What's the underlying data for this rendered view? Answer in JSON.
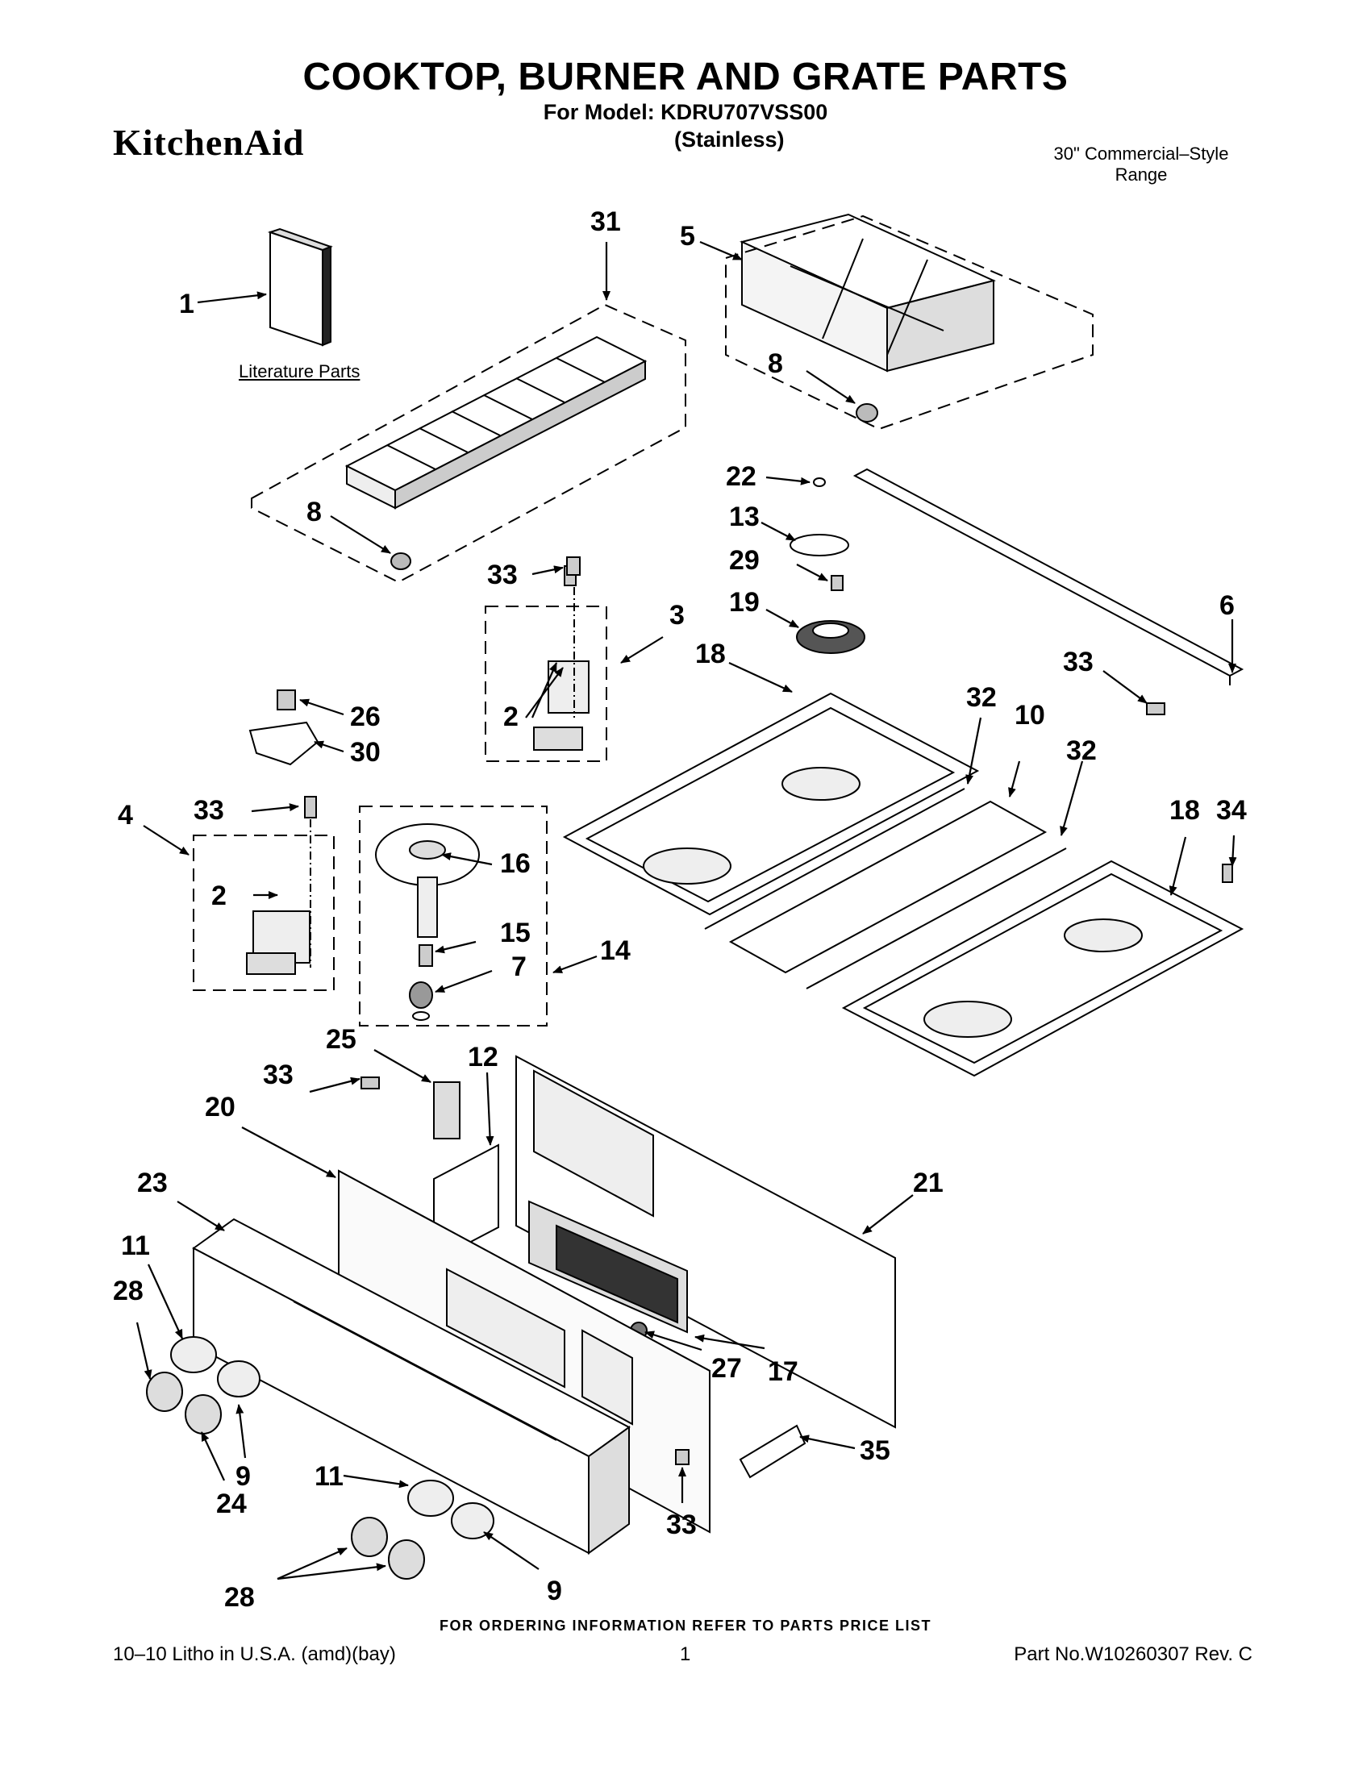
{
  "header": {
    "title": "COOKTOP, BURNER AND GRATE PARTS",
    "model_line": "For Model: KDRU707VSS00",
    "variant": "(Stainless)",
    "brand": "KitchenAid",
    "category_line1": "30\" Commercial–Style",
    "category_line2": "Range"
  },
  "diagram": {
    "literature_label": "Literature Parts",
    "callouts": [
      "1",
      "31",
      "5",
      "8",
      "8",
      "22",
      "13",
      "29",
      "19",
      "33",
      "3",
      "6",
      "18",
      "33",
      "26",
      "2",
      "30",
      "32",
      "10",
      "32",
      "33",
      "4",
      "18",
      "34",
      "2",
      "16",
      "15",
      "7",
      "14",
      "25",
      "12",
      "33",
      "20",
      "23",
      "21",
      "11",
      "28",
      "27",
      "17",
      "9",
      "24",
      "11",
      "35",
      "33",
      "28",
      "9"
    ]
  },
  "footer": {
    "order_info": "FOR ORDERING INFORMATION REFER TO PARTS PRICE LIST",
    "litho": "10–10 Litho in U.S.A. (amd)(bay)",
    "page": "1",
    "part_no": "Part No.W10260307 Rev. C"
  }
}
